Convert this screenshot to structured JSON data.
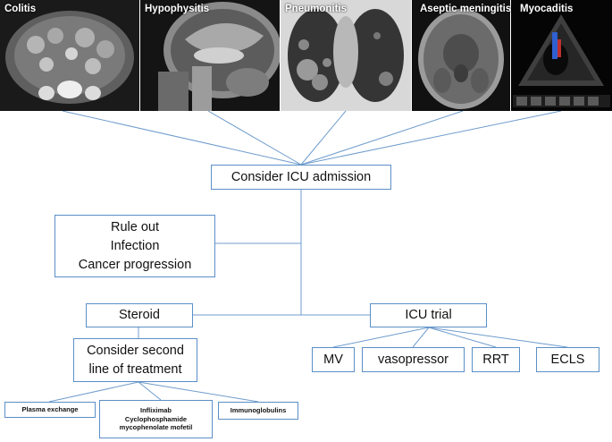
{
  "images": [
    {
      "label": "Colitis",
      "image": "abdominal-ct-scan"
    },
    {
      "label": "Hypophysitis",
      "image": "sagittal-brain-mri"
    },
    {
      "label": "Pneumonitis",
      "image": "chest-ct-scan"
    },
    {
      "label": "Aseptic meningitis",
      "image": "axial-brain-mri"
    },
    {
      "label": "Myocaditis",
      "image": "echocardiogram"
    }
  ],
  "icu_admission": "Consider ICU admission",
  "rule_out": {
    "line1": "Rule out",
    "line2": "Infection",
    "line3": "Cancer progression"
  },
  "steroid": "Steroid",
  "second_line": {
    "line1": "Consider second",
    "line2": "line of treatment"
  },
  "second_line_options": {
    "plasma": "Plasma exchange",
    "drugs": {
      "line1": "Infliximab",
      "line2": "Cyclophosphamide",
      "line3": "mycophenolate mofetil"
    },
    "immuno": "Immunoglobulins"
  },
  "icu_trial": "ICU trial",
  "icu_options": {
    "mv": "MV",
    "vaso": "vasopressor",
    "rrt": "RRT",
    "ecls": "ECLS"
  },
  "colors": {
    "line": "#5b8fc7",
    "box_border": "#5b8fc7"
  }
}
